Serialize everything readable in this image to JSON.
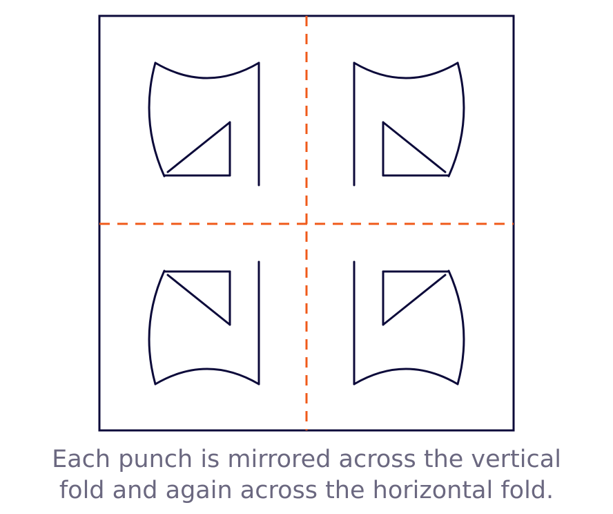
{
  "caption": {
    "line1": "Each punch is mirrored across the vertical",
    "line2": "fold and again across the horizontal fold."
  },
  "colors": {
    "outline": "#0c0a3a",
    "fold": "#f05a1a",
    "caption": "#6b6880"
  },
  "folds": [
    "vertical",
    "horizontal"
  ],
  "punch_copies": [
    "top-left",
    "top-right",
    "bottom-left",
    "bottom-right"
  ]
}
